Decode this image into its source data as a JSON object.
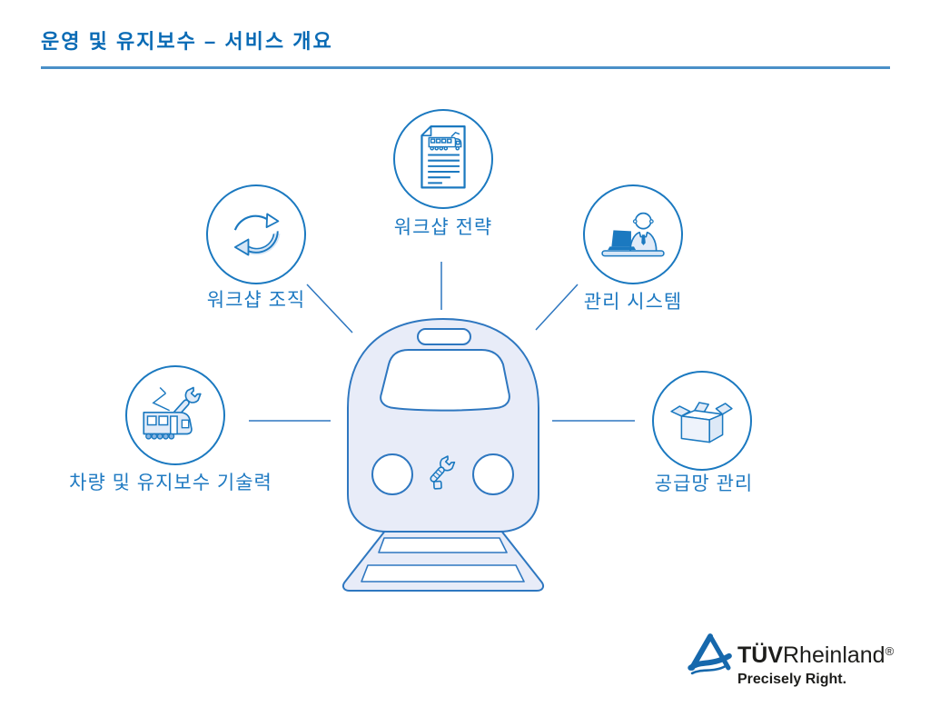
{
  "header": {
    "title": "운영 및 유지보수 – 서비스 개요"
  },
  "nodes": {
    "workshop_strategy": {
      "label": "워크샵 전략",
      "icon": "document-icon"
    },
    "workshop_organization": {
      "label": "워크샵 조직",
      "icon": "cycle-arrows-icon"
    },
    "management_system": {
      "label": "관리 시스템",
      "icon": "person-desk-icon"
    },
    "vehicle_maintenance": {
      "label": "차량 및 유지보수 기술력",
      "icon": "train-wrench-icon"
    },
    "supply_chain": {
      "label": "공급망 관리",
      "icon": "open-box-icon"
    }
  },
  "center": {
    "icon": "train-front-icon",
    "tool_icon": "wrench-icon"
  },
  "logo": {
    "brand_bold": "TÜV",
    "brand_regular": "Rheinland",
    "registered_mark": "®",
    "tagline": "Precisely Right."
  },
  "colors": {
    "title_blue": "#0a6bb5",
    "rule_blue": "#4a90c8",
    "accent_blue": "#1b79c0",
    "outline_blue": "#2e77c0",
    "light_fill": "#e8ecf8",
    "icon_light_fill": "#dfeaf7",
    "logo_blue": "#1668ac",
    "text_dark": "#1d1d1b"
  }
}
